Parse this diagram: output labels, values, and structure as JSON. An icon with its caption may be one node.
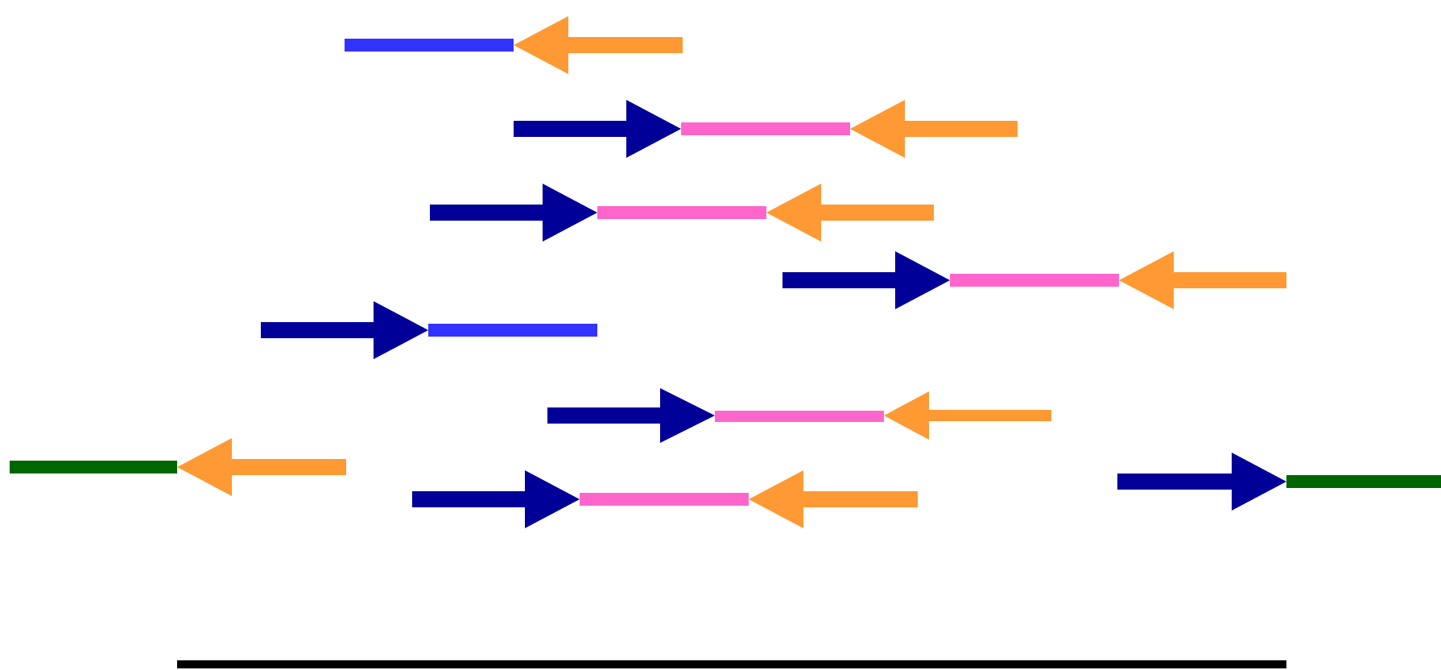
{
  "diagram": {
    "nodes": [
      {
        "text": [],
        "shape": "bar"
      },
      {
        "text": [],
        "shape": "bar"
      },
      {
        "text": [],
        "shape": "bar"
      },
      {
        "text": [],
        "shape": "bar"
      },
      {
        "text": [],
        "shape": "bar"
      },
      {
        "text": [],
        "shape": "bar"
      },
      {
        "text": [],
        "shape": "bar"
      },
      {
        "text": [],
        "shape": "bar"
      },
      {
        "text": [],
        "shape": "bar"
      },
      {
        "text": [],
        "shape": "bar"
      }
    ],
    "edges": [
      {
        "from": null,
        "to": 0,
        "arrow": "to",
        "color": "#ff9933"
      },
      {
        "from": null,
        "to": 1,
        "arrow": "to",
        "color": "#000099"
      },
      {
        "from": null,
        "to": 1,
        "arrow": "to",
        "color": "#ff9933"
      },
      {
        "from": null,
        "to": 2,
        "arrow": "to",
        "color": "#000099"
      },
      {
        "from": null,
        "to": 2,
        "arrow": "to",
        "color": "#ff9933"
      },
      {
        "from": null,
        "to": 3,
        "arrow": "to",
        "color": "#000099"
      },
      {
        "from": null,
        "to": 3,
        "arrow": "to",
        "color": "#ff9933"
      },
      {
        "from": null,
        "to": 4,
        "arrow": "to",
        "color": "#000099"
      },
      {
        "from": null,
        "to": 5,
        "arrow": "to",
        "color": "#000099"
      },
      {
        "from": null,
        "to": 5,
        "arrow": "to",
        "color": "#ff9933"
      },
      {
        "from": null,
        "to": 6,
        "arrow": "to",
        "color": "#ff9933"
      },
      {
        "from": null,
        "to": 7,
        "arrow": "to",
        "color": "#000099"
      },
      {
        "from": null,
        "to": 8,
        "arrow": "to",
        "color": "#000099"
      },
      {
        "from": null,
        "to": 8,
        "arrow": "to",
        "color": "#ff9933"
      }
    ]
  }
}
